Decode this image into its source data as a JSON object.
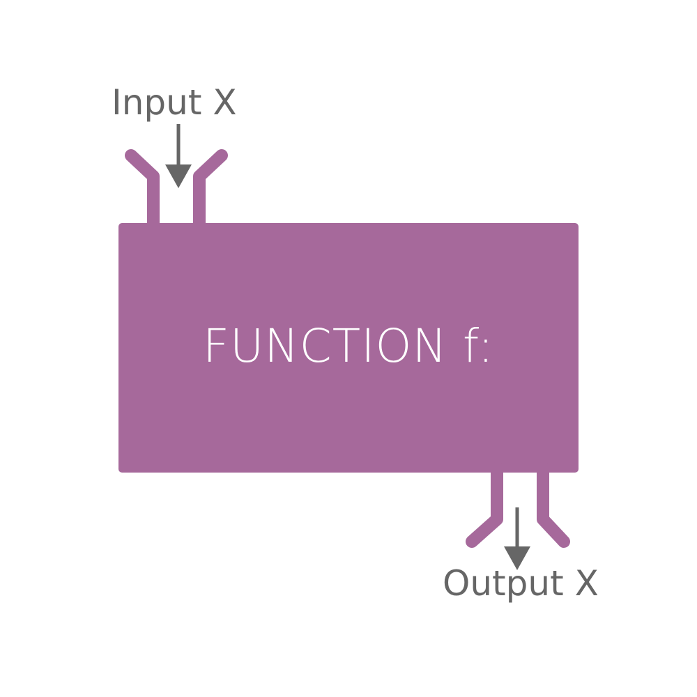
{
  "diagram": {
    "function_label": "FUNCTION f:",
    "input_label": "Input X",
    "output_label": "Output X"
  },
  "colors": {
    "block": "#a6699b",
    "label_text": "#666666",
    "function_text": "#ffffff",
    "arrow": "#666666",
    "background": "#ffffff"
  },
  "icons": {
    "input_arrow": "arrow-down-icon",
    "output_arrow": "arrow-down-icon"
  }
}
